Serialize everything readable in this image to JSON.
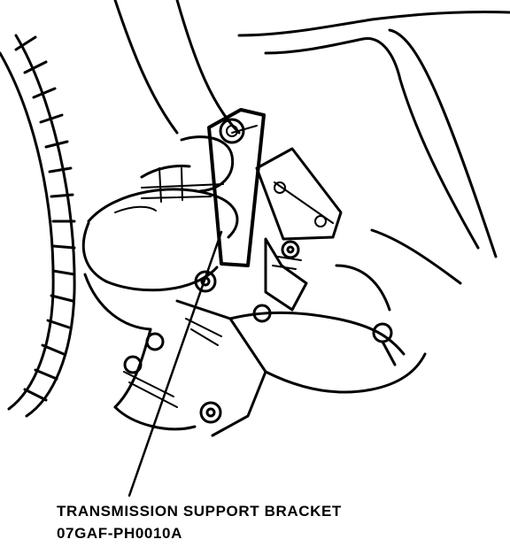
{
  "callout": {
    "name": "TRANSMISSION SUPPORT BRACKET",
    "part_number": "07GAF-PH0010A"
  },
  "colors": {
    "ink": "#000000",
    "paper": "#ffffff"
  },
  "icons": {
    "figure": "engine-transmission-line-drawing"
  }
}
